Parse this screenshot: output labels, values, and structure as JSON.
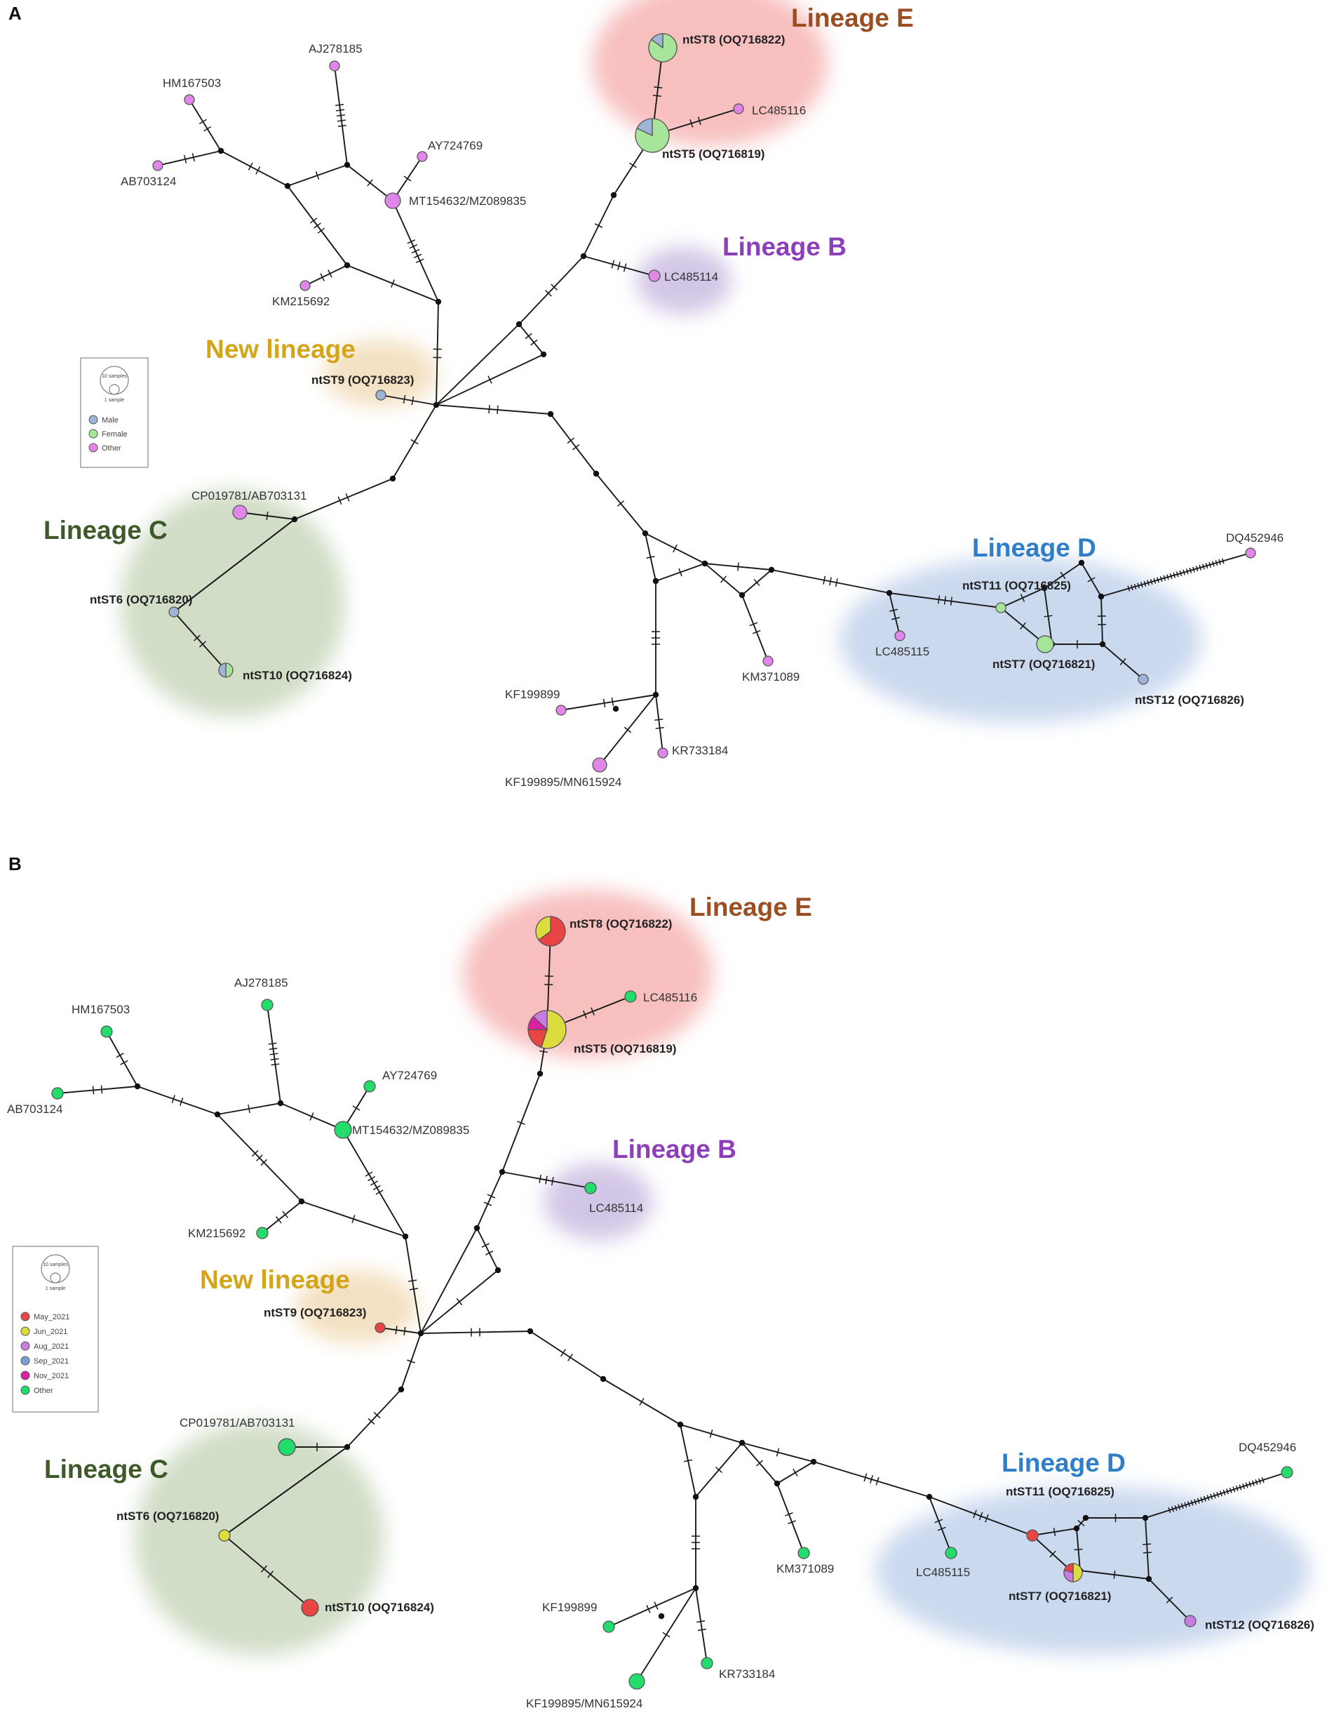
{
  "colors": {
    "male": "#9fb3d4",
    "female": "#a7e59a",
    "other_a": "#df86e8",
    "may": "#ea4545",
    "jun": "#dcdc3c",
    "aug": "#c87be0",
    "sep": "#7aa0d8",
    "nov": "#dd1fa5",
    "other_b": "#22dd6b",
    "lineageE": "#9a4e22",
    "lineageB": "#8b3fb8",
    "lineageNew": "#d4a51a",
    "lineageC": "#3e5a2a",
    "lineageD": "#2f7fc8",
    "haloE": "#f7b5b5",
    "haloB": "#cbbde2",
    "haloNew": "#f2dcb9",
    "haloC": "#c9d8be",
    "haloD": "#c3d3ec"
  },
  "panels": [
    {
      "letter": "A",
      "legend": {
        "size_top": "10 samples",
        "size_bottom": "1 sample",
        "items": [
          {
            "label": "Male",
            "color": "#9fb3d4"
          },
          {
            "label": "Female",
            "color": "#a7e59a"
          },
          {
            "label": "Other",
            "color": "#df86e8"
          }
        ]
      },
      "lineages": [
        {
          "key": "E",
          "label": "Lineage E"
        },
        {
          "key": "B",
          "label": "Lineage B"
        },
        {
          "key": "New",
          "label": "New lineage"
        },
        {
          "key": "C",
          "label": "Lineage C"
        },
        {
          "key": "D",
          "label": "Lineage D"
        }
      ],
      "nodes": [
        {
          "id": "HM167503",
          "label": "HM167503",
          "bold": false,
          "pie": [
            {
              "color": "#df86e8",
              "value": 1
            }
          ]
        },
        {
          "id": "AB703124",
          "label": "AB703124",
          "bold": false,
          "pie": [
            {
              "color": "#df86e8",
              "value": 1
            }
          ]
        },
        {
          "id": "AJ278185",
          "label": "AJ278185",
          "bold": false,
          "pie": [
            {
              "color": "#df86e8",
              "value": 1
            }
          ]
        },
        {
          "id": "AY724769",
          "label": "AY724769",
          "bold": false,
          "pie": [
            {
              "color": "#df86e8",
              "value": 1
            }
          ]
        },
        {
          "id": "MT154632",
          "label": "MT154632/MZ089835",
          "bold": false,
          "pie": [
            {
              "color": "#df86e8",
              "value": 1
            }
          ]
        },
        {
          "id": "KM215692",
          "label": "KM215692",
          "bold": false,
          "pie": [
            {
              "color": "#df86e8",
              "value": 1
            }
          ]
        },
        {
          "id": "ntST8",
          "label": "ntST8 (OQ716822)",
          "bold": true,
          "pie": [
            {
              "color": "#a7e59a",
              "value": 0.85
            },
            {
              "color": "#9fb3d4",
              "value": 0.15
            }
          ]
        },
        {
          "id": "ntST5",
          "label": "ntST5 (OQ716819)",
          "bold": true,
          "pie": [
            {
              "color": "#a7e59a",
              "value": 0.82
            },
            {
              "color": "#9fb3d4",
              "value": 0.18
            }
          ]
        },
        {
          "id": "LC485116",
          "label": "LC485116",
          "bold": false,
          "pie": [
            {
              "color": "#df86e8",
              "value": 1
            }
          ]
        },
        {
          "id": "LC485114",
          "label": "LC485114",
          "bold": false,
          "pie": [
            {
              "color": "#df86e8",
              "value": 1
            }
          ]
        },
        {
          "id": "ntST9",
          "label": "ntST9 (OQ716823)",
          "bold": true,
          "pie": [
            {
              "color": "#9fb3d4",
              "value": 1
            }
          ]
        },
        {
          "id": "CP019781",
          "label": "CP019781/AB703131",
          "bold": false,
          "pie": [
            {
              "color": "#df86e8",
              "value": 1
            }
          ]
        },
        {
          "id": "ntST6",
          "label": "ntST6 (OQ716820)",
          "bold": true,
          "pie": [
            {
              "color": "#9fb3d4",
              "value": 1
            }
          ]
        },
        {
          "id": "ntST10",
          "label": "ntST10 (OQ716824)",
          "bold": true,
          "pie": [
            {
              "color": "#a7e59a",
              "value": 0.5
            },
            {
              "color": "#9fb3d4",
              "value": 0.5
            }
          ]
        },
        {
          "id": "KF199899",
          "label": "KF199899",
          "bold": false,
          "pie": [
            {
              "color": "#df86e8",
              "value": 1
            }
          ]
        },
        {
          "id": "KF199895",
          "label": "KF199895/MN615924",
          "bold": false,
          "pie": [
            {
              "color": "#df86e8",
              "value": 1
            }
          ]
        },
        {
          "id": "KR733184",
          "label": "KR733184",
          "bold": false,
          "pie": [
            {
              "color": "#df86e8",
              "value": 1
            }
          ]
        },
        {
          "id": "KM371089",
          "label": "KM371089",
          "bold": false,
          "pie": [
            {
              "color": "#df86e8",
              "value": 1
            }
          ]
        },
        {
          "id": "LC485115",
          "label": "LC485115",
          "bold": false,
          "pie": [
            {
              "color": "#df86e8",
              "value": 1
            }
          ]
        },
        {
          "id": "ntST11",
          "label": "ntST11 (OQ716825)",
          "bold": true,
          "pie": [
            {
              "color": "#a7e59a",
              "value": 1
            }
          ]
        },
        {
          "id": "ntST7",
          "label": "ntST7 (OQ716821)",
          "bold": true,
          "pie": [
            {
              "color": "#a7e59a",
              "value": 1
            }
          ]
        },
        {
          "id": "ntST12",
          "label": "ntST12 (OQ716826)",
          "bold": true,
          "pie": [
            {
              "color": "#9fb3d4",
              "value": 1
            }
          ]
        },
        {
          "id": "DQ452946",
          "label": "DQ452946",
          "bold": false,
          "pie": [
            {
              "color": "#df86e8",
              "value": 1
            }
          ]
        }
      ]
    },
    {
      "letter": "B",
      "legend": {
        "size_top": "10 samples",
        "size_bottom": "1 sample",
        "items": [
          {
            "label": "May_2021",
            "color": "#ea4545"
          },
          {
            "label": "Jun_2021",
            "color": "#dcdc3c"
          },
          {
            "label": "Aug_2021",
            "color": "#c87be0"
          },
          {
            "label": "Sep_2021",
            "color": "#7aa0d8"
          },
          {
            "label": "Nov_2021",
            "color": "#dd1fa5"
          },
          {
            "label": "Other",
            "color": "#22dd6b"
          }
        ]
      },
      "lineages": [
        {
          "key": "E",
          "label": "Lineage E"
        },
        {
          "key": "B",
          "label": "Lineage B"
        },
        {
          "key": "New",
          "label": "New lineage"
        },
        {
          "key": "C",
          "label": "Lineage C"
        },
        {
          "key": "D",
          "label": "Lineage D"
        }
      ],
      "nodes": [
        {
          "id": "HM167503",
          "label": "HM167503",
          "bold": false,
          "pie": [
            {
              "color": "#22dd6b",
              "value": 1
            }
          ]
        },
        {
          "id": "AB703124",
          "label": "AB703124",
          "bold": false,
          "pie": [
            {
              "color": "#22dd6b",
              "value": 1
            }
          ]
        },
        {
          "id": "AJ278185",
          "label": "AJ278185",
          "bold": false,
          "pie": [
            {
              "color": "#22dd6b",
              "value": 1
            }
          ]
        },
        {
          "id": "AY724769",
          "label": "AY724769",
          "bold": false,
          "pie": [
            {
              "color": "#22dd6b",
              "value": 1
            }
          ]
        },
        {
          "id": "MT154632",
          "label": "MT154632/MZ089835",
          "bold": false,
          "pie": [
            {
              "color": "#22dd6b",
              "value": 1
            }
          ]
        },
        {
          "id": "KM215692",
          "label": "KM215692",
          "bold": false,
          "pie": [
            {
              "color": "#22dd6b",
              "value": 1
            }
          ]
        },
        {
          "id": "ntST8",
          "label": "ntST8 (OQ716822)",
          "bold": true,
          "pie": [
            {
              "color": "#ea4545",
              "value": 0.65
            },
            {
              "color": "#dcdc3c",
              "value": 0.35
            }
          ]
        },
        {
          "id": "ntST5",
          "label": "ntST5 (OQ716819)",
          "bold": true,
          "pie": [
            {
              "color": "#dcdc3c",
              "value": 0.55
            },
            {
              "color": "#ea4545",
              "value": 0.2
            },
            {
              "color": "#dd1fa5",
              "value": 0.12
            },
            {
              "color": "#c87be0",
              "value": 0.13
            }
          ]
        },
        {
          "id": "LC485116",
          "label": "LC485116",
          "bold": false,
          "pie": [
            {
              "color": "#22dd6b",
              "value": 1
            }
          ]
        },
        {
          "id": "LC485114",
          "label": "LC485114",
          "bold": false,
          "pie": [
            {
              "color": "#22dd6b",
              "value": 1
            }
          ]
        },
        {
          "id": "ntST9",
          "label": "ntST9 (OQ716823)",
          "bold": true,
          "pie": [
            {
              "color": "#ea4545",
              "value": 1
            }
          ]
        },
        {
          "id": "CP019781",
          "label": "CP019781/AB703131",
          "bold": false,
          "pie": [
            {
              "color": "#22dd6b",
              "value": 1
            }
          ]
        },
        {
          "id": "ntST6",
          "label": "ntST6 (OQ716820)",
          "bold": true,
          "pie": [
            {
              "color": "#dcdc3c",
              "value": 1
            }
          ]
        },
        {
          "id": "ntST10",
          "label": "ntST10 (OQ716824)",
          "bold": true,
          "pie": [
            {
              "color": "#ea4545",
              "value": 1
            }
          ]
        },
        {
          "id": "KF199899",
          "label": "KF199899",
          "bold": false,
          "pie": [
            {
              "color": "#22dd6b",
              "value": 1
            }
          ]
        },
        {
          "id": "KF199895",
          "label": "KF199895/MN615924",
          "bold": false,
          "pie": [
            {
              "color": "#22dd6b",
              "value": 1
            }
          ]
        },
        {
          "id": "KR733184",
          "label": "KR733184",
          "bold": false,
          "pie": [
            {
              "color": "#22dd6b",
              "value": 1
            }
          ]
        },
        {
          "id": "KM371089",
          "label": "KM371089",
          "bold": false,
          "pie": [
            {
              "color": "#22dd6b",
              "value": 1
            }
          ]
        },
        {
          "id": "LC485115",
          "label": "LC485115",
          "bold": false,
          "pie": [
            {
              "color": "#22dd6b",
              "value": 1
            }
          ]
        },
        {
          "id": "ntST11",
          "label": "ntST11 (OQ716825)",
          "bold": true,
          "pie": [
            {
              "color": "#ea4545",
              "value": 1
            }
          ]
        },
        {
          "id": "ntST7",
          "label": "ntST7 (OQ716821)",
          "bold": true,
          "pie": [
            {
              "color": "#dcdc3c",
              "value": 0.5
            },
            {
              "color": "#c87be0",
              "value": 0.3
            },
            {
              "color": "#ea4545",
              "value": 0.2
            }
          ]
        },
        {
          "id": "ntST12",
          "label": "ntST12 (OQ716826)",
          "bold": true,
          "pie": [
            {
              "color": "#c87be0",
              "value": 1
            }
          ]
        },
        {
          "id": "DQ452946",
          "label": "DQ452946",
          "bold": false,
          "pie": [
            {
              "color": "#22dd6b",
              "value": 1
            }
          ]
        }
      ]
    }
  ]
}
